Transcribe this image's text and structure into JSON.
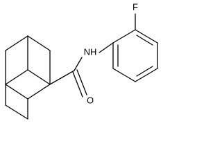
{
  "structure": {
    "atoms": {
      "fluorine": "F",
      "amide_nh": "NH",
      "carbonyl_oxygen": "O"
    }
  }
}
